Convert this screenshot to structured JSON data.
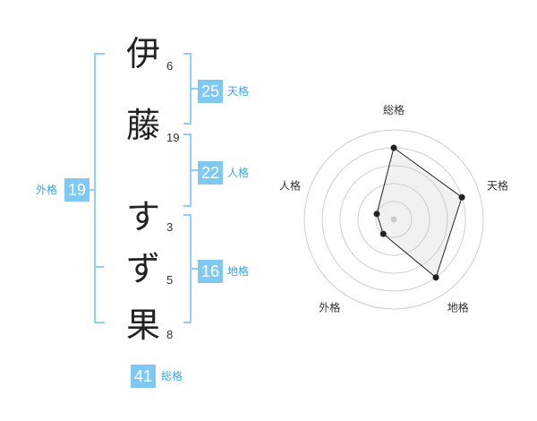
{
  "name_chars": [
    {
      "char": "伊",
      "strokes": "6"
    },
    {
      "char": "藤",
      "strokes": "19"
    },
    {
      "char": "す",
      "strokes": "3"
    },
    {
      "char": "ず",
      "strokes": "5"
    },
    {
      "char": "果",
      "strokes": "8"
    }
  ],
  "fortunes": {
    "tenkaku": {
      "value": "25",
      "label": "天格"
    },
    "jinkaku": {
      "value": "22",
      "label": "人格"
    },
    "chikaku": {
      "value": "16",
      "label": "地格"
    },
    "gaikaku": {
      "value": "19",
      "label": "外格"
    },
    "soukaku": {
      "value": "41",
      "label": "総格"
    }
  },
  "colors": {
    "accent": "#7fc8f2",
    "accent_text": "#3aa5e3",
    "bracket": "#8fd0f5"
  },
  "chart_data": {
    "type": "radar",
    "axes": [
      "総格",
      "天格",
      "地格",
      "外格",
      "人格"
    ],
    "values": [
      4,
      4,
      4,
      1,
      1
    ],
    "rmax": 5,
    "grid_rings": 5
  }
}
